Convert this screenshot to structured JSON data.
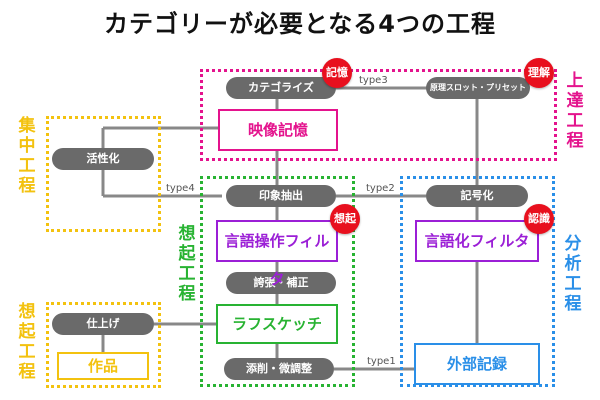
{
  "title": "カテゴリーが必要となる4つの工程",
  "colors": {
    "magenta": "#e4138d",
    "green": "#28b332",
    "blue": "#2a8fe8",
    "yellow": "#f3c20f",
    "purple": "#9b1fd6",
    "pill_gray": "#6a6a6a",
    "badge_red": "#e8101e",
    "line_gray": "#888888"
  },
  "stages": {
    "upper": "上達工程",
    "focus": "集中工程",
    "recall": "想起工程",
    "analysis": "分析工程",
    "recall_left": "想起工程"
  },
  "nodes": {
    "categorize": "カテゴライズ",
    "video_memory": "映像記憶",
    "principle_slot": "原理スロット・プリセット",
    "activation": "活性化",
    "impression_extract": "印象抽出",
    "symbolize": "記号化",
    "language_op_filter": "言語操作フィルタ",
    "verbalize_filter": "言語化フィルタ",
    "exaggerate": "誇張・補正",
    "rough_sketch": "ラフスケッチ",
    "finish": "仕上げ",
    "work": "作品",
    "correction": "添削・微調整",
    "external_record": "外部記録"
  },
  "badges": {
    "memory": "記憶",
    "understanding": "理解",
    "recall": "想起",
    "recognition": "認識"
  },
  "types": {
    "type1": "type1",
    "type2": "type2",
    "type3": "type3",
    "type4": "type4"
  }
}
